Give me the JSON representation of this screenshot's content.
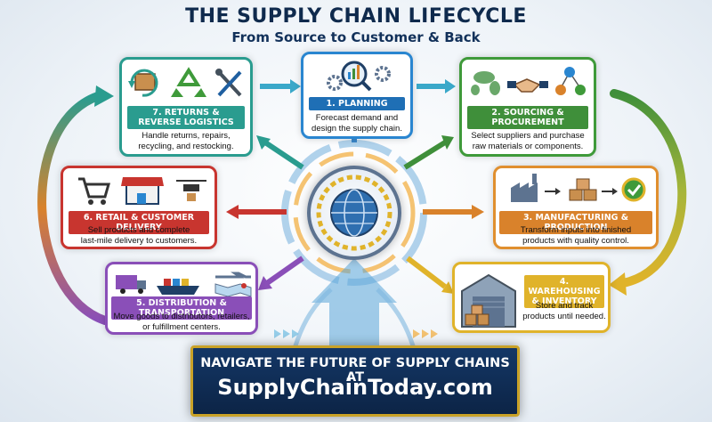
{
  "header": {
    "title": "THE SUPPLY CHAIN LIFECYCLE",
    "subtitle": "From Source to Customer & Back"
  },
  "stages": {
    "planning": {
      "label": "1. PLANNING",
      "desc_1": "Forecast demand and",
      "desc_2": "design the supply chain.",
      "color": "#1f6fb5",
      "icons": [
        "magnifier-chart-icon",
        "gears-icon"
      ]
    },
    "sourcing": {
      "label_1": "2. SOURCING &",
      "label_2": "PROCUREMENT",
      "desc_1": "Select suppliers and purchase",
      "desc_2": "raw materials or components.",
      "color": "#3f8f3a",
      "icons": [
        "world-map-icon",
        "handshake-icon",
        "network-nodes-icon"
      ]
    },
    "manufacturing": {
      "label": "3. MANUFACTURING & PRODUCTION",
      "desc_1": "Transform inputs into finished",
      "desc_2": "products with quality control.",
      "color": "#d9822b",
      "icons": [
        "factory-icon",
        "boxes-icon",
        "quality-check-icon"
      ]
    },
    "warehousing": {
      "label_1": "4. WAREHOUSING",
      "label_2": "& INVENTORY",
      "desc_1": "Store and track",
      "desc_2": "products until needed.",
      "color": "#e0b32a",
      "icons": [
        "warehouse-icon"
      ]
    },
    "distribution": {
      "label": "5. DISTRIBUTION & TRANSPORTATION",
      "desc_1": "Move goods to distributors, retailers,",
      "desc_2": "or fulfillment centers.",
      "color": "#8a4fb8",
      "icons": [
        "truck-icon",
        "cargo-ship-icon",
        "airplane-icon",
        "route-map-icon"
      ]
    },
    "retail": {
      "label": "6. RETAIL & CUSTOMER DELIVERY",
      "desc_1": "Sell products and complete",
      "desc_2": "last-mile delivery to customers.",
      "color": "#c8352f",
      "icons": [
        "shopping-cart-icon",
        "storefront-icon",
        "drone-icon"
      ]
    },
    "returns": {
      "label_1": "7. RETURNS &",
      "label_2": "REVERSE LOGISTICS",
      "desc_1": "Handle returns, repairs,",
      "desc_2": "recycling, and restocking.",
      "color": "#2a9c8f",
      "icons": [
        "return-box-icon",
        "recycle-icon",
        "tools-icon"
      ]
    }
  },
  "hub": {
    "icon": "globe-gears-icon"
  },
  "cta": {
    "line_1": "NAVIGATE THE FUTURE OF SUPPLY CHAINS AT",
    "line_2": "SupplyChainToday.com"
  }
}
